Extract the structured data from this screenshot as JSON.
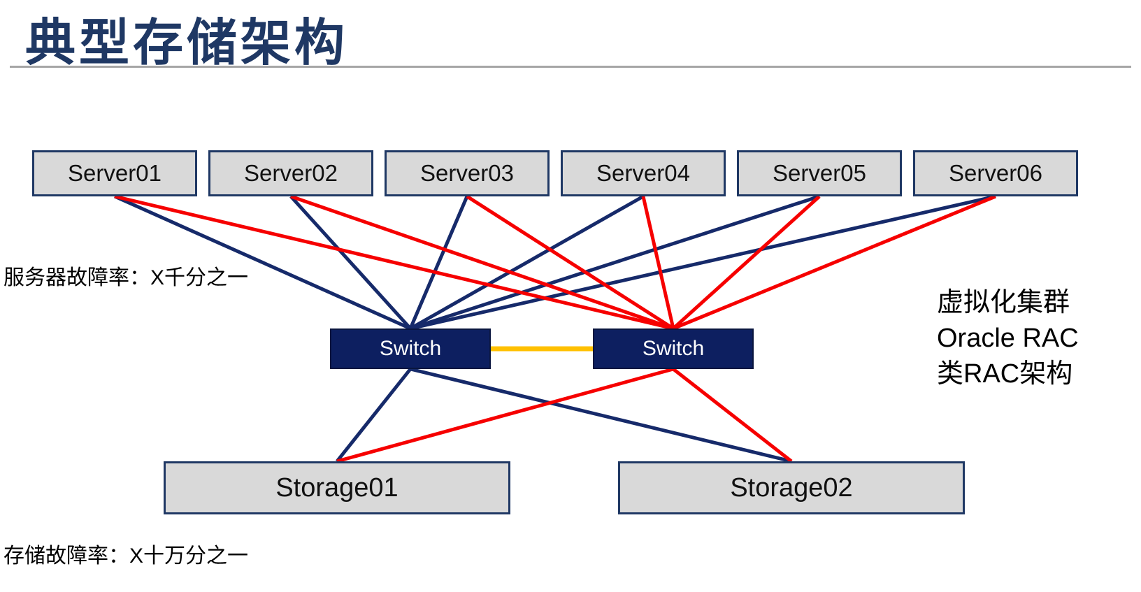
{
  "title": "典型存储架构",
  "annotations": {
    "server_failure_rate": "服务器故障率：X千分之一",
    "storage_failure_rate": "存储故障率：X十万分之一"
  },
  "side_note": {
    "line1": "虚拟化集群",
    "line2": "Oracle RAC",
    "line3": "类RAC架构"
  },
  "nodes": {
    "servers": [
      {
        "id": "server01",
        "label": "Server01"
      },
      {
        "id": "server02",
        "label": "Server02"
      },
      {
        "id": "server03",
        "label": "Server03"
      },
      {
        "id": "server04",
        "label": "Server04"
      },
      {
        "id": "server05",
        "label": "Server05"
      },
      {
        "id": "server06",
        "label": "Server06"
      }
    ],
    "switches": [
      {
        "id": "switch01",
        "label": "Switch"
      },
      {
        "id": "switch02",
        "label": "Switch"
      }
    ],
    "storages": [
      {
        "id": "storage01",
        "label": "Storage01"
      },
      {
        "id": "storage02",
        "label": "Storage02"
      }
    ]
  },
  "edges": [
    {
      "from": "server01",
      "to": "switch01",
      "color": "navy"
    },
    {
      "from": "server02",
      "to": "switch01",
      "color": "navy"
    },
    {
      "from": "server03",
      "to": "switch01",
      "color": "navy"
    },
    {
      "from": "server04",
      "to": "switch01",
      "color": "navy"
    },
    {
      "from": "server05",
      "to": "switch01",
      "color": "navy"
    },
    {
      "from": "server06",
      "to": "switch01",
      "color": "navy"
    },
    {
      "from": "server01",
      "to": "switch02",
      "color": "red"
    },
    {
      "from": "server02",
      "to": "switch02",
      "color": "red"
    },
    {
      "from": "server03",
      "to": "switch02",
      "color": "red"
    },
    {
      "from": "server04",
      "to": "switch02",
      "color": "red"
    },
    {
      "from": "server05",
      "to": "switch02",
      "color": "red"
    },
    {
      "from": "server06",
      "to": "switch02",
      "color": "red"
    },
    {
      "from": "switch01",
      "to": "storage01",
      "color": "navy"
    },
    {
      "from": "switch01",
      "to": "storage02",
      "color": "navy"
    },
    {
      "from": "switch02",
      "to": "storage01",
      "color": "red"
    },
    {
      "from": "switch02",
      "to": "storage02",
      "color": "red"
    },
    {
      "from": "switch01",
      "to": "switch02",
      "color": "link",
      "attach": "side"
    }
  ],
  "colors": {
    "title": "#1F3864",
    "divider": "#A6A6A6",
    "node_fill": "#D9D9D9",
    "node_border": "#1F3864",
    "switch_fill": "#0D1F60",
    "switch_text": "#FFFFFF",
    "edge_navy": "#162A6A",
    "edge_red": "#F60000",
    "edge_link": "#FFC000",
    "annotation_text": "#000000"
  }
}
